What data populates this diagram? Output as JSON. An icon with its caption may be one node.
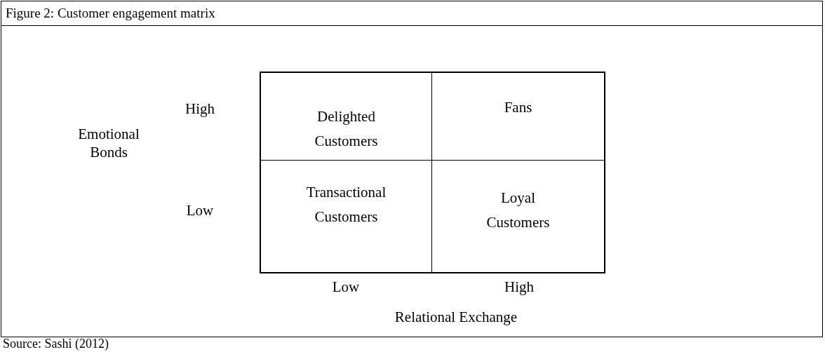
{
  "diagram": {
    "title": "Figure 2: Customer engagement matrix",
    "caption": "Source: Sashi (2012)",
    "nodes": [
      {
        "text": [
          "Delighted Customers"
        ]
      },
      {
        "text": [
          "Fans"
        ]
      },
      {
        "text": [
          "Transactional Customers"
        ]
      },
      {
        "text": [
          "Loyal Customers"
        ]
      }
    ],
    "labels": [
      "High",
      "Emotional Bonds",
      "Low",
      "Low",
      "High",
      "Relational Exchange"
    ]
  }
}
